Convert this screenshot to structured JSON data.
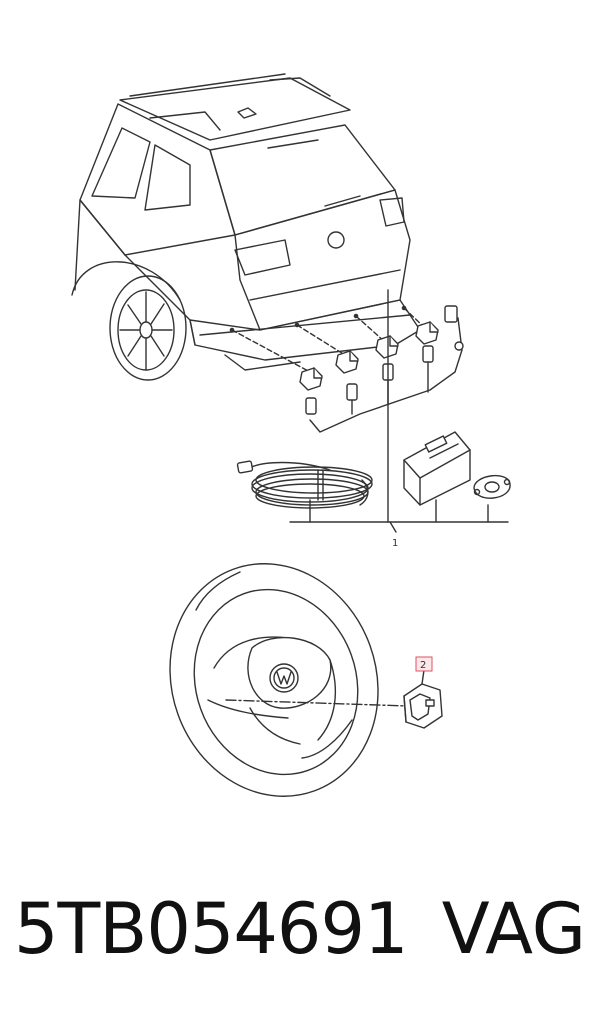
{
  "diagram": {
    "callouts": {
      "harness_group": "1",
      "steering_button": "2"
    }
  },
  "footer": {
    "part_number": "5TB054691",
    "brand": "VAG"
  },
  "colors": {
    "line": "#333333",
    "callout_box": "#e05060"
  }
}
